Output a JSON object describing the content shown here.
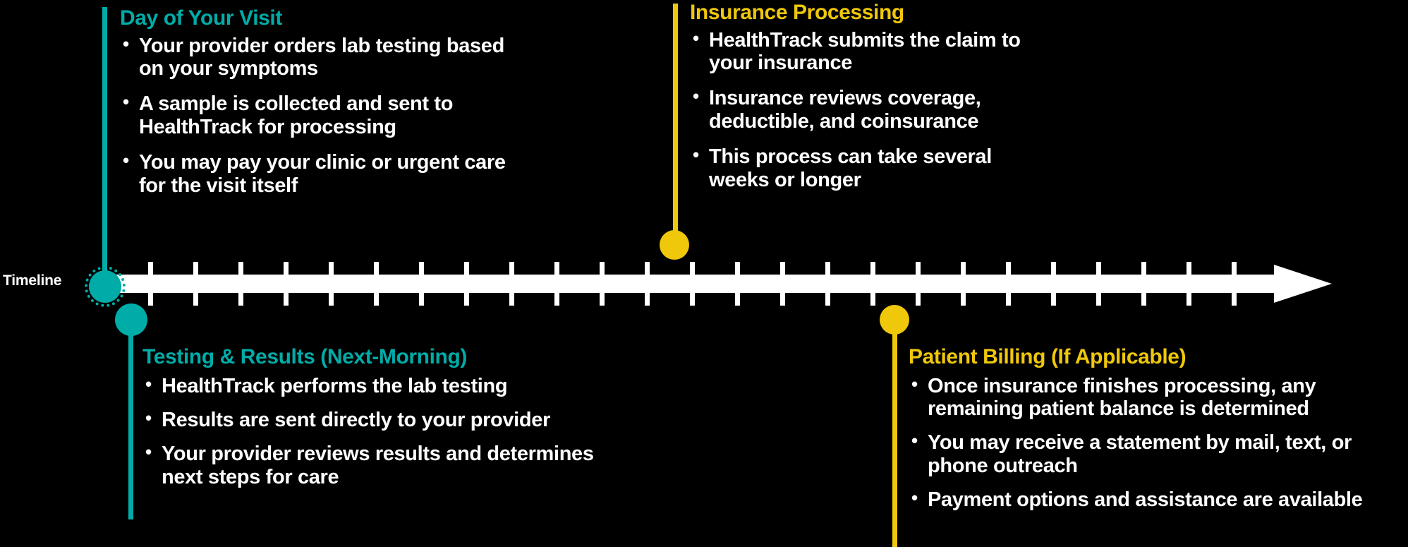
{
  "axis": {
    "label": "Timeline",
    "arrow_direction": "right",
    "tick_count": 25,
    "bar_color": "#ffffff"
  },
  "colors": {
    "background": "#000000",
    "teal": "#00ACA8",
    "gold": "#EFC70B",
    "text": "#ffffff"
  },
  "stages": [
    {
      "id": "visit",
      "title": "Day of Your Visit",
      "color": "#00ACA8",
      "position": "above",
      "bullets": [
        "Your provider orders lab testing based on your symptoms",
        "A sample is collected and sent to HealthTrack for processing",
        "You may pay your clinic or urgent care for the visit itself"
      ]
    },
    {
      "id": "testing",
      "title": "Testing & Results (Next-Morning)",
      "color": "#00ACA8",
      "position": "below",
      "bullets": [
        "HealthTrack performs the lab testing",
        "Results are sent directly to your provider",
        "Your provider reviews results and determines next steps for care"
      ]
    },
    {
      "id": "insurance",
      "title": "Insurance Processing",
      "color": "#EFC70B",
      "position": "above",
      "bullets": [
        "HealthTrack submits the claim to your insurance",
        "Insurance reviews coverage, deductible, and coinsurance",
        "This process can take several weeks or longer"
      ]
    },
    {
      "id": "billing",
      "title": "Patient Billing (If Applicable)",
      "color": "#EFC70B",
      "position": "below",
      "bullets": [
        "Once insurance finishes processing, any remaining patient balance is determined",
        "You may receive a statement by mail, text, or phone outreach",
        "Payment options and assistance are available"
      ]
    }
  ]
}
